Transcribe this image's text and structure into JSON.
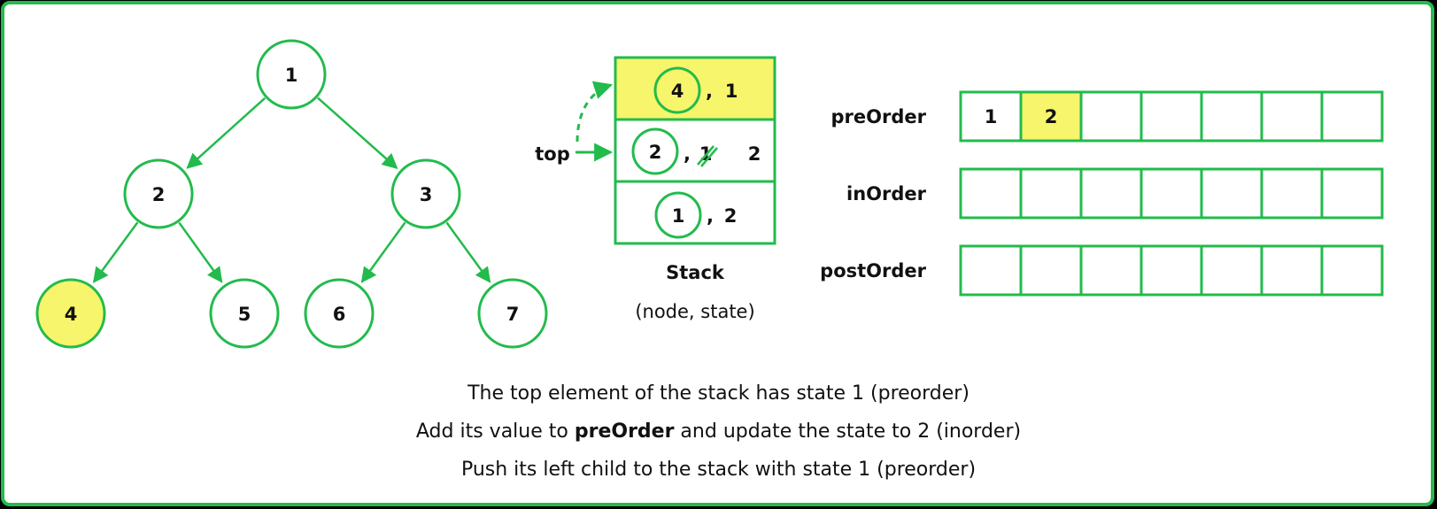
{
  "colors": {
    "accent": "#22bb4c",
    "highlight": "#f7f56b",
    "background": "#ffffff",
    "text": "#111111"
  },
  "tree": {
    "nodes": [
      {
        "label": "1",
        "highlighted": false
      },
      {
        "label": "2",
        "highlighted": false
      },
      {
        "label": "3",
        "highlighted": false
      },
      {
        "label": "4",
        "highlighted": true
      },
      {
        "label": "5",
        "highlighted": false
      },
      {
        "label": "6",
        "highlighted": false
      },
      {
        "label": "7",
        "highlighted": false
      }
    ],
    "edges": [
      [
        0,
        1
      ],
      [
        0,
        2
      ],
      [
        1,
        3
      ],
      [
        1,
        4
      ],
      [
        2,
        5
      ],
      [
        2,
        6
      ]
    ]
  },
  "stack": {
    "top_label": "top",
    "title": "Stack",
    "subtitle": "(node, state)",
    "separator": ",",
    "entries": [
      {
        "node": "4",
        "state": "1",
        "highlighted": true
      },
      {
        "node": "2",
        "state": "2",
        "old_state": "1",
        "highlighted": false
      },
      {
        "node": "1",
        "state": "2",
        "highlighted": false
      }
    ]
  },
  "traversals": [
    {
      "label": "preOrder",
      "values": [
        "1",
        "2",
        "",
        "",
        "",
        "",
        ""
      ],
      "highlight_index": 1
    },
    {
      "label": "inOrder",
      "values": [
        "",
        "",
        "",
        "",
        "",
        "",
        ""
      ],
      "highlight_index": -1
    },
    {
      "label": "postOrder",
      "values": [
        "",
        "",
        "",
        "",
        "",
        "",
        ""
      ],
      "highlight_index": -1
    }
  ],
  "caption": {
    "line1": "The top element of the stack has state 1 (preorder)",
    "line2_before": "Add its value to ",
    "line2_bold": "preOrder",
    "line2_after": " and update the state to 2 (inorder)",
    "line3": "Push its left child to the stack with state 1 (preorder)"
  }
}
